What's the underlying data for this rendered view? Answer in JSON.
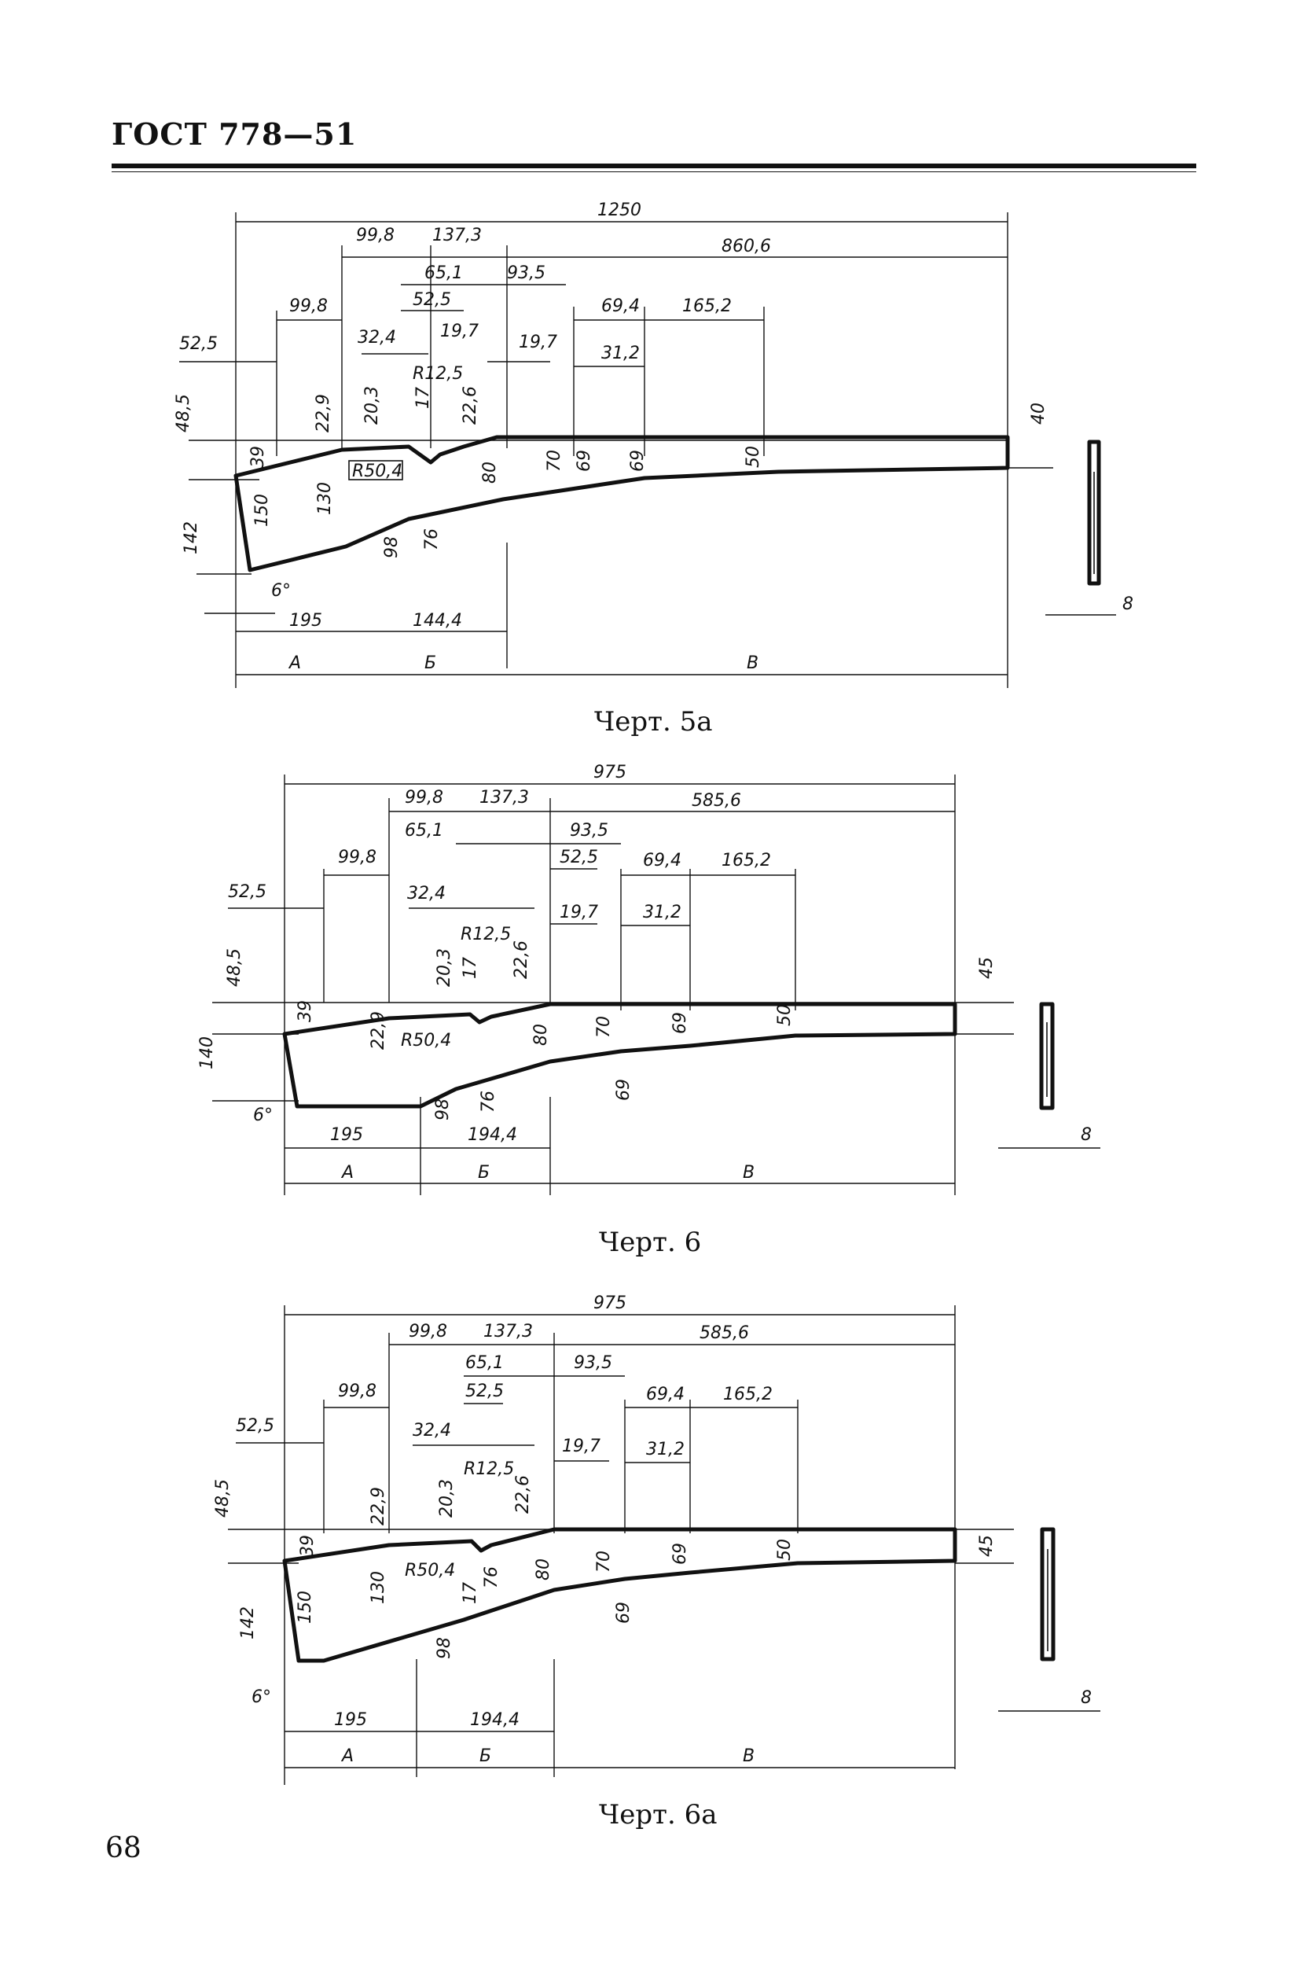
{
  "header": {
    "title": "ГОСТ 778—51"
  },
  "page_number": "68",
  "figures": [
    {
      "caption": "Черт. 5а",
      "overall_length": "1250",
      "dims_top": [
        "99,8",
        "137,3",
        "860,6",
        "65,1",
        "93,5",
        "99,8",
        "52,5",
        "69,4",
        "165,2",
        "32,4",
        "19,7",
        "19,7",
        "31,2",
        "52,5",
        "R12,5"
      ],
      "dims_vertical": [
        "48,5",
        "22,9",
        "20,3",
        "17",
        "22,6",
        "40",
        "39",
        "150",
        "130",
        "80",
        "70",
        "69",
        "69",
        "50",
        "142",
        "98",
        "76"
      ],
      "radius_label": "R50,4",
      "angle": "6°",
      "bottom_dims": [
        "195",
        "144,4"
      ],
      "sections": [
        "А",
        "Б",
        "В"
      ],
      "thickness": "8"
    },
    {
      "caption": "Черт. 6",
      "overall_length": "975",
      "dims_top": [
        "99,8",
        "137,3",
        "585,6",
        "65,1",
        "93,5",
        "99,8",
        "52,5",
        "69,4",
        "165,2",
        "52,5",
        "32,4",
        "19,7",
        "31,2",
        "R12,5"
      ],
      "dims_vertical": [
        "48,5",
        "20,3",
        "17",
        "22,6",
        "45",
        "39",
        "22,9",
        "80",
        "70",
        "69",
        "50",
        "140",
        "69",
        "98",
        "76"
      ],
      "radius_label": "R50,4",
      "angle": "6°",
      "bottom_dims": [
        "195",
        "194,4"
      ],
      "sections": [
        "А",
        "Б",
        "В"
      ],
      "thickness": "8"
    },
    {
      "caption": "Черт. 6а",
      "overall_length": "975",
      "dims_top": [
        "99,8",
        "137,3",
        "585,6",
        "65,1",
        "93,5",
        "99,8",
        "52,5",
        "69,4",
        "165,2",
        "52,5",
        "32,4",
        "19,7",
        "31,2",
        "R12,5"
      ],
      "dims_vertical": [
        "48,5",
        "22,9",
        "20,3",
        "22,6",
        "45",
        "39",
        "130",
        "150",
        "80",
        "70",
        "69",
        "50",
        "142",
        "17",
        "76",
        "98",
        "69"
      ],
      "radius_label": "R50,4",
      "angle": "6°",
      "bottom_dims": [
        "195",
        "194,4"
      ],
      "sections": [
        "А",
        "Б",
        "В"
      ],
      "thickness": "8"
    }
  ]
}
